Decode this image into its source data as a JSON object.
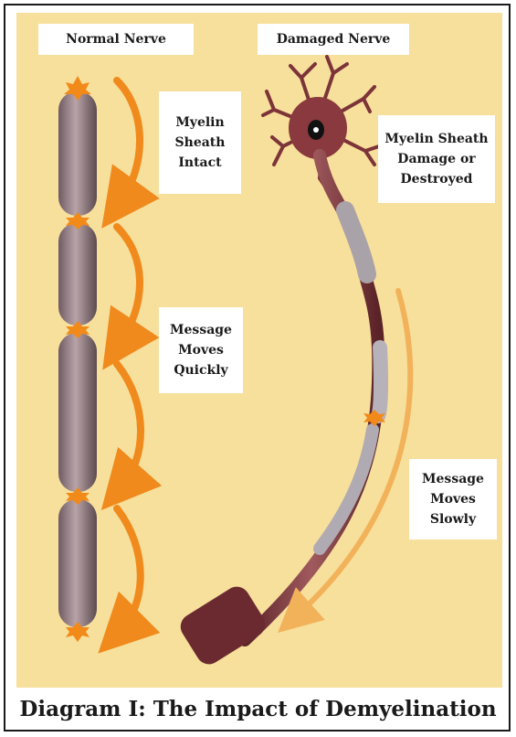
{
  "labels": {
    "normal_nerve": "Normal Nerve",
    "damaged_nerve": "Damaged Nerve",
    "myelin_intact": "Myelin\nSheath\nIntact",
    "myelin_damaged": "Myelin Sheath\nDamage or\nDestroyed",
    "message_quickly": "Message\nMoves\nQuickly",
    "message_slowly": "Message\nMoves\nSlowly"
  },
  "caption": "Diagram I:  The Impact of Demyelination",
  "colors": {
    "background": "#f7df9c",
    "myelin": "#9a7a7e",
    "arrow": "#f08a1c",
    "arrow_slow": "#f2b25a",
    "axon": "#7c3438",
    "node": "#f28a1a"
  }
}
